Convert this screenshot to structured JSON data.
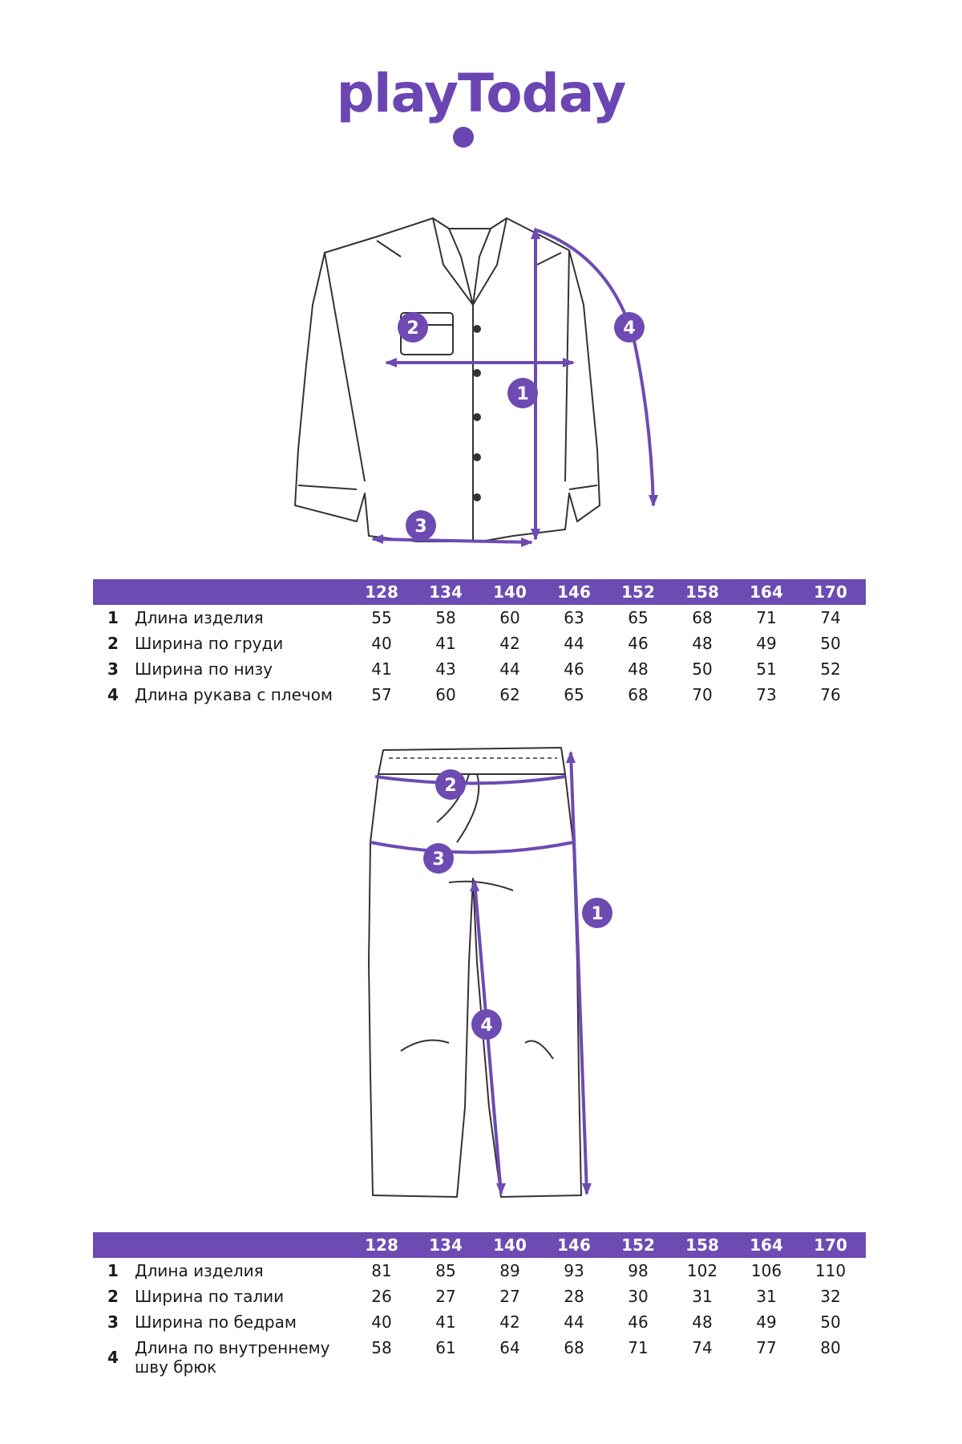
{
  "brand": {
    "logo_text": "playToday",
    "accent_color": "#6d4bb2"
  },
  "shirt": {
    "markers": [
      "1",
      "2",
      "3",
      "4"
    ],
    "table": {
      "headers": [
        "128",
        "134",
        "140",
        "146",
        "152",
        "158",
        "164",
        "170"
      ],
      "rows": [
        {
          "num": "1",
          "label": "Длина изделия",
          "values": [
            "55",
            "58",
            "60",
            "63",
            "65",
            "68",
            "71",
            "74"
          ]
        },
        {
          "num": "2",
          "label": "Ширина по груди",
          "values": [
            "40",
            "41",
            "42",
            "44",
            "46",
            "48",
            "49",
            "50"
          ]
        },
        {
          "num": "3",
          "label": "Ширина по низу",
          "values": [
            "41",
            "43",
            "44",
            "46",
            "48",
            "50",
            "51",
            "52"
          ]
        },
        {
          "num": "4",
          "label": "Длина рукава с плечом",
          "values": [
            "57",
            "60",
            "62",
            "65",
            "68",
            "70",
            "73",
            "76"
          ]
        }
      ]
    }
  },
  "pants": {
    "markers": [
      "1",
      "2",
      "3",
      "4"
    ],
    "table": {
      "headers": [
        "128",
        "134",
        "140",
        "146",
        "152",
        "158",
        "164",
        "170"
      ],
      "rows": [
        {
          "num": "1",
          "label": "Длина изделия",
          "values": [
            "81",
            "85",
            "89",
            "93",
            "98",
            "102",
            "106",
            "110"
          ]
        },
        {
          "num": "2",
          "label": "Ширина по талии",
          "values": [
            "26",
            "27",
            "27",
            "28",
            "30",
            "31",
            "31",
            "32"
          ]
        },
        {
          "num": "3",
          "label": "Ширина по бедрам",
          "values": [
            "40",
            "41",
            "42",
            "44",
            "46",
            "48",
            "49",
            "50"
          ]
        },
        {
          "num": "4",
          "label": "Длина по внутреннему шву брюк",
          "values": [
            "58",
            "61",
            "64",
            "68",
            "71",
            "74",
            "77",
            "80"
          ]
        }
      ]
    }
  }
}
